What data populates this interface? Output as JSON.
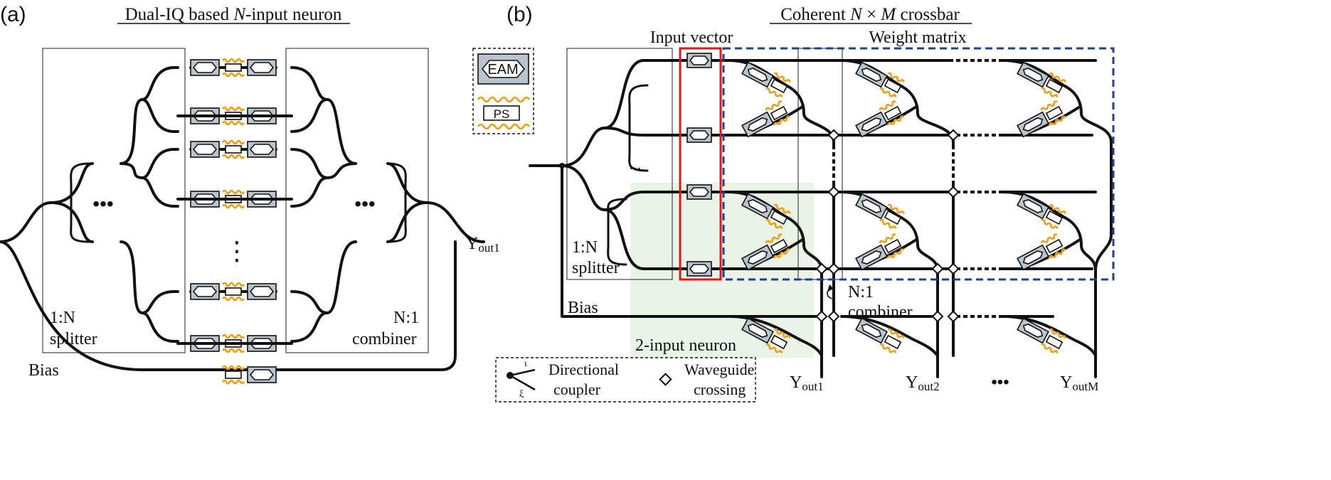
{
  "panel_a": {
    "label": "(a)",
    "title": "Dual-IQ based N-input neuron",
    "title_pre": "Dual-IQ based ",
    "title_var": "N",
    "title_post": "-input neuron",
    "splitter_label_1": "1:N",
    "splitter_label_2": "splitter",
    "combiner_label_1": "N:1",
    "combiner_label_2": "combiner",
    "bias_label": "Bias",
    "output_label": "Y",
    "output_sub": "out1",
    "ellipsis": "•••",
    "vellipsis": "⋮"
  },
  "panel_b": {
    "label": "(b)",
    "title_pre": "Coherent ",
    "title_var_n": "N",
    "title_mid": " × ",
    "title_var_m": "M",
    "title_post": " crossbar",
    "input_vector_label": "Input vector",
    "weight_matrix_label": "Weight matrix",
    "splitter_label_1": "1:N",
    "splitter_label_2": "splitter",
    "combiner_label_1": "N:1",
    "combiner_label_2": "combiner",
    "bias_label": "Bias",
    "neuron_label": "2-input neuron",
    "outputs": [
      {
        "base": "Y",
        "sub": "out1"
      },
      {
        "base": "Y",
        "sub": "out2"
      },
      {
        "base": "Y",
        "sub": "outM"
      }
    ],
    "ellipsis": "•••",
    "small_ellipsis": "..."
  },
  "legend": {
    "eam_label": "EAM",
    "ps_label": "PS",
    "coupler_label_1": "Directional",
    "coupler_label_2": "coupler",
    "coupler_symbols": [
      "ι",
      "ξ"
    ],
    "crossing_label_1": "Waveguide",
    "crossing_label_2": "crossing"
  },
  "colors": {
    "input_vector_box": "#e8141c",
    "weight_matrix_box": "#1a3f9c",
    "neuron_region": "#e9f3e6",
    "phase_shifter": "#f39c12",
    "eam_fill": "#b9c4cc"
  }
}
